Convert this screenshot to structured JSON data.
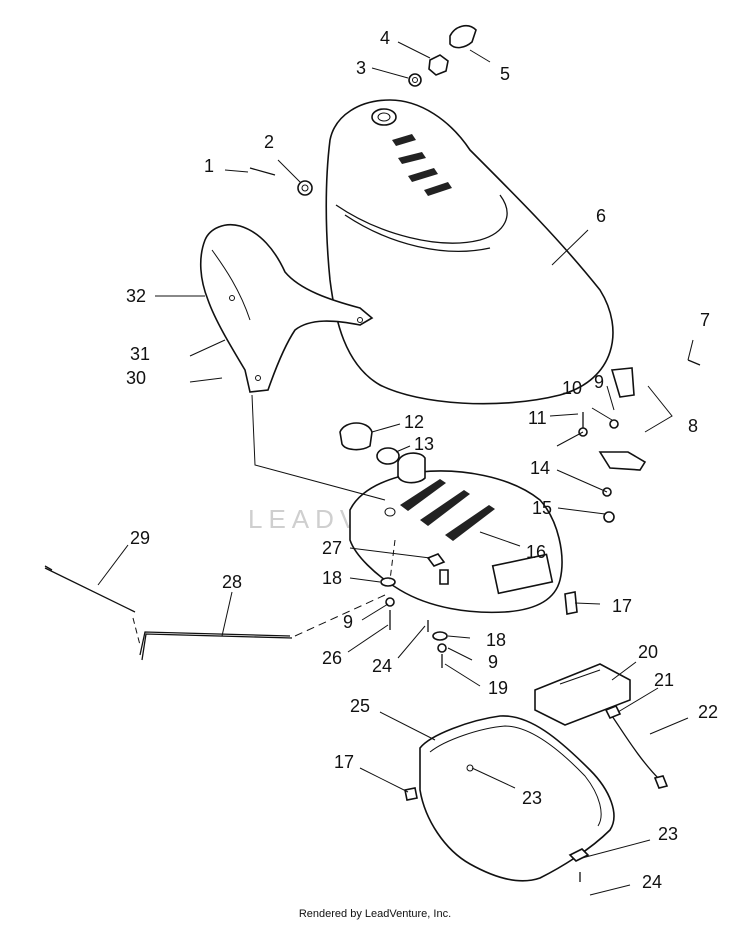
{
  "callouts": [
    "1",
    "2",
    "3",
    "4",
    "5",
    "6",
    "7",
    "8",
    "9",
    "9",
    "9",
    "10",
    "11",
    "12",
    "13",
    "14",
    "15",
    "16",
    "17",
    "17",
    "18",
    "18",
    "19",
    "20",
    "21",
    "22",
    "23",
    "23",
    "24",
    "24",
    "25",
    "26",
    "27",
    "28",
    "29",
    "30",
    "31",
    "32"
  ],
  "watermark": "LEADVENTURE",
  "footer": "Rendered by LeadVenture, Inc."
}
